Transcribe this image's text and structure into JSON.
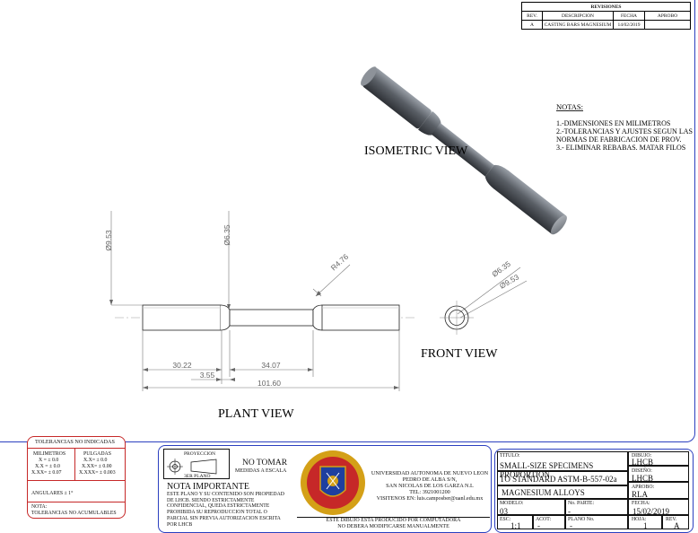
{
  "revisions": {
    "title": "REVISIONES",
    "headers": [
      "REV.",
      "DESCRIPCION",
      "FECHA",
      "APROBO"
    ],
    "rows": [
      [
        "A",
        "CASTING BARS MAGNESIUM",
        "14/02/2019",
        ""
      ]
    ]
  },
  "views": {
    "isometric": "ISOMETRIC VIEW",
    "front": "FRONT  VIEW",
    "plant": "PLANT VIEW"
  },
  "notes": {
    "title": "NOTAS:",
    "items": [
      "1.-DIMENSIONES EN MILIMETROS",
      "2.-TOLERANCIAS Y AJUSTES  SEGUN LAS",
      "NORMAS DE FABRICACION DE PROV.",
      "3.- ELIMINAR REBABAS. MATAR FILOS"
    ]
  },
  "dimensions": {
    "dia_large": "Ø9.53",
    "dia_small": "Ø6.35",
    "radius": "R4.76",
    "front_dia_small": "Ø6.35",
    "front_dia_large": "Ø9.53",
    "len_grip": "30.22",
    "len_fillet": "3.55",
    "len_gauge": "34.07",
    "len_total": "101.60"
  },
  "tolerances": {
    "title": "TOLERANCIAS NO INDICADAS",
    "mm_header": "MILIMETROS",
    "in_header": "PULGADAS",
    "mm": [
      "X = ± 0.0",
      "X.X = ± 0.0",
      "X.XX= ± 0.07"
    ],
    "in": [
      "X.X= ± 0.0",
      "X.XX= ± 0.00",
      "X.XXX= ± 0.003"
    ],
    "angular": "ANGULARES ± 1°",
    "note_label": "NOTA:",
    "note_text": "TOLERANCIAS NO ACUMULABLES"
  },
  "titleblock": {
    "projection_label": "PROYECCION",
    "projection_type": "3ER PLANO",
    "no_scale_1": "NO TOMAR",
    "no_scale_2": "MEDIDAS A ESCALA",
    "important_title": "NOTA IMPORTANTE",
    "important_lines": [
      "ESTE PLANO Y SU CONTENIDO SON PROPIEDAD",
      "DE LHCB. SIENDO ESTRICTAMENTE",
      "CONFIDENCIAL, QUEDA ESTRICTAMENTE",
      "PROHIBIDA SU REPRODUCCION TOTAL O",
      "PARCIAL SIN PREVIA AUTORIZACION ESCRITA",
      "POR LHCB"
    ],
    "university": [
      "UNIVERSIDAD AUTONOMA DE NUEVO LEON",
      "PEDRO DE ALBA S/N,",
      "SAN NICOLAS DE LOS GARZA N.L",
      "TEL: 3921001200",
      "VISITENOS EN: luis.camposber@uanl.edu.mx"
    ],
    "computer_note_1": "ESTE DIBUJO ESTA PRODUCIDO POR COMPUTADORA",
    "computer_note_2": "NO DEBERA MODIFICARSE MANUALMENTE",
    "titulo_label": "TITULO:",
    "titulo_line1": "SMALL-SIZE SPECIMENS PROPORTION",
    "titulo_line2": "TO STANDARD ASTM-B-557-02a",
    "material": "MAGNESIUM ALLOYS",
    "modelo_label": "MODELO:",
    "modelo": "03",
    "parte_label": "No. PARTE:",
    "parte": "-",
    "esc_label": "ESC:",
    "esc": "1:1",
    "acot_label": "ACOT:",
    "acot": "-",
    "plano_label": "PLANO No.",
    "plano": "-",
    "hoja_label": "HOJA:",
    "hoja": "1",
    "rev_label": "REV.",
    "rev": "A",
    "dibujo_label": "DIBUJO:",
    "dibujo": "LHCB",
    "diseno_label": "DISEÑO:",
    "diseno": "LHCB",
    "aprobo_label": "APROBO:",
    "aprobo": "RLA",
    "fecha_label": "FECHA:",
    "fecha": "15/02/2019"
  },
  "colors": {
    "border": "#2b3fbf",
    "seal_red": "#c62828",
    "seal_gold": "#d4a017",
    "seal_blue": "#1f3f9f"
  }
}
